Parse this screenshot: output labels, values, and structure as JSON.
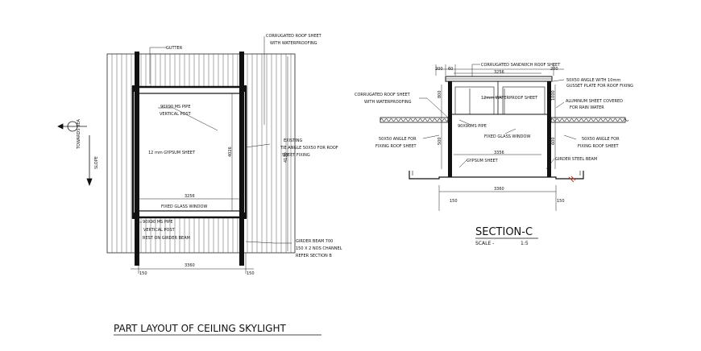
{
  "plan": {
    "title": "PART LAYOUT OF CEILING SKYLIGHT",
    "labels": {
      "gutter": "GUTTER",
      "roof1": "CORRUGATED ROOF SHEET",
      "roof2": "WITH WATERPROOFING",
      "pipe1": "90X90 MS PIPE",
      "pipe2": "VERTICAL POST",
      "gypsum": "12 mm GYPSUM SHEET",
      "exist1": "EXISTING",
      "exist2": "TIE ANGLE 50X50 FOR ROOF",
      "exist3": "SHEET FIXING",
      "glass": "FIXED GLASS WINDOW",
      "post1": "90X90 MS PIPE",
      "post2": "VERTICAL POST",
      "post3": "REST ON GIRDER BEAM",
      "girder1": "GIRDER BEAM 700",
      "girder2": "150 X 2 NOS CHANNEL",
      "girder3": "REFER SECTION B",
      "slope": "SLOPE",
      "north": "TOWARDS SEA"
    },
    "dims": {
      "inner_w": "3256",
      "outer_w": "3360",
      "side_l": "150",
      "side_r": "150",
      "v_inner": "4026",
      "v_outer": "4130"
    }
  },
  "section": {
    "title": "SECTION-C",
    "scale_label": "SCALE -",
    "scale_value": "1:5",
    "labels": {
      "sandwich": "CORRUGATED SANDWICH ROOF SHEET",
      "roof1": "CORRUGATED ROOF SHEET",
      "roof2": "WITH WATERPROOFING",
      "wproof": "12mm WATERPROOF SHEET",
      "angle1": "50X50 ANGLE WITH 10mm",
      "angle2": "GUSSET PLATE FOR ROOF FIXING",
      "alu1": "ALUMINUM SHEET COVERED",
      "alu2": "FOR RAIN WATER",
      "pipe": "90X90MS PIPE",
      "glass": "FIXED GLASS WINDOW",
      "fixl1": "50X50 ANGLE FOR",
      "fixl2": "FIXING ROOF SHEET",
      "fixr1": "50X50 ANGLE FOR",
      "fixr2": "FIXING ROOF SHEET",
      "gypsum": "GYPSUM SHEET",
      "girder": "GIRDER STEEL BEAM"
    },
    "dims": {
      "d1": "200",
      "d2": "60",
      "d3": "3256",
      "d4": "3356",
      "d5": "200",
      "d6": "3360",
      "d7": "150",
      "d8": "150",
      "v1": "800",
      "v2": "500",
      "v3": "1000",
      "v4": "600"
    }
  }
}
